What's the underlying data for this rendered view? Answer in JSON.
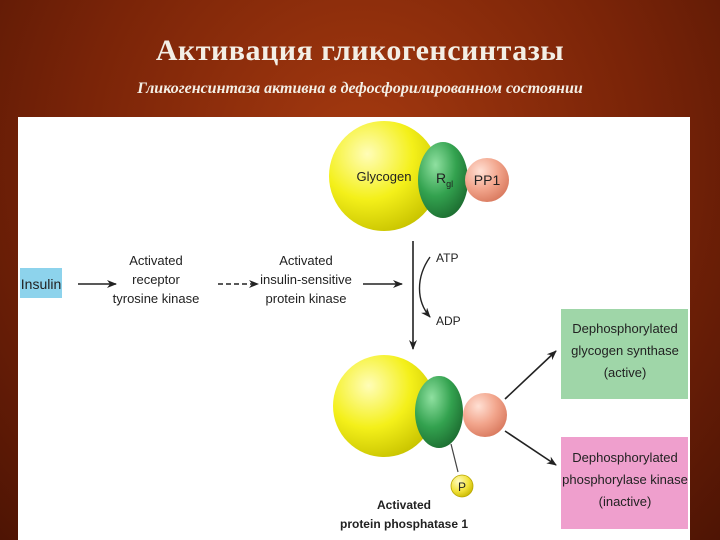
{
  "slide": {
    "title": "Активация гликогенсинтазы",
    "subtitle": "Гликогенсинтаза активна в дефосфорилированном состоянии"
  },
  "diagram": {
    "insulin": "Insulin",
    "receptor_kinase": [
      "Activated",
      "receptor",
      "tyrosine kinase"
    ],
    "insulin_sensitive_kinase": [
      "Activated",
      "insulin-sensitive",
      "protein kinase"
    ],
    "glycogen": "Glycogen",
    "rgl": "R",
    "rgl_sub": "gl",
    "pp1": "PP1",
    "atp": "ATP",
    "adp": "ADP",
    "phosphate": "P",
    "activated_pp1": [
      "Activated",
      "protein phosphatase 1"
    ],
    "synthase_box": [
      "Dephosphorylated",
      "glycogen synthase",
      "(active)"
    ],
    "kinase_box": [
      "Dephosphorylated",
      "phosphorylase kinase",
      "(inactive)"
    ],
    "colors": {
      "glycogen": "#f4f01a",
      "rgl": "#33a24f",
      "pp1": "#f2a58c",
      "insulin_box": "#8dd3ec",
      "synthase_box": "#9fd6a8",
      "kinase_box": "#ef9fcd",
      "phosphate": "#f2e23a"
    }
  }
}
